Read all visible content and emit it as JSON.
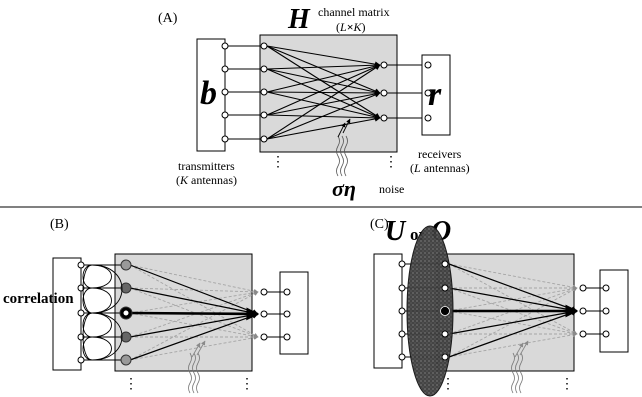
{
  "panel_a": {
    "label": "(A)",
    "matrix_symbol": "H",
    "matrix_title": "channel matrix",
    "matrix_dims_open": "(",
    "matrix_dims_L": "L",
    "matrix_dims_x": "×",
    "matrix_dims_K": "K",
    "matrix_dims_close": ")",
    "transmit_symbol": "b",
    "receive_symbol": "r",
    "transmitters_line1": "transmitters",
    "transmitters_line2_open": "(",
    "transmitters_line2_K": "K",
    "transmitters_line2_rest": " antennas)",
    "receivers_line1": "receivers",
    "receivers_line2_open": "(",
    "receivers_line2_L": "L",
    "receivers_line2_rest": " antennas)",
    "noise_symbol": "ση",
    "noise_label": "noise"
  },
  "panel_b": {
    "label": "(B)",
    "correlation_label": "correlation"
  },
  "panel_c": {
    "label": "(C)",
    "u_symbol": "U",
    "or_word": "or",
    "o_symbol": "O"
  },
  "colors": {
    "matrix_fill": "#d9d9d9",
    "ellipse_fill": "#2b2b2b",
    "dashed_link": "#9a9a9a"
  }
}
